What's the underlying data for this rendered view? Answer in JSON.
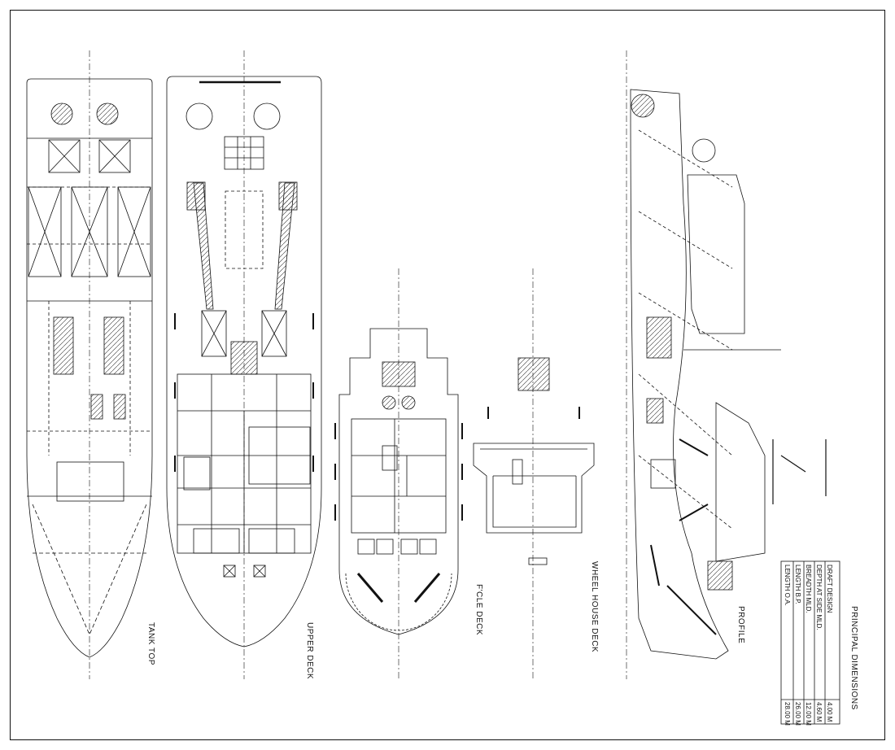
{
  "drawing": {
    "views": [
      {
        "id": "tank-top",
        "title": "TANK TOP"
      },
      {
        "id": "upper-deck",
        "title": "UPPER DECK"
      },
      {
        "id": "fcle-deck",
        "title": "F'CLE DECK"
      },
      {
        "id": "wheel-house-deck",
        "title": "WHEEL HOUSE DECK"
      },
      {
        "id": "profile",
        "title": "PROFILE"
      }
    ],
    "particulars": {
      "title": "PRINCIPAL DIMENSIONS",
      "rows": [
        {
          "label": "LENGTH O.A.",
          "value": "28.00 M"
        },
        {
          "label": "LENGTH B.P.",
          "value": "26.00 M"
        },
        {
          "label": "BREADTH MLD.",
          "value": "12.00 M"
        },
        {
          "label": "DEPTH AT SIDE MLD.",
          "value": "4.60 M"
        },
        {
          "label": "DRAFT DESIGN",
          "value": "4.00 M"
        }
      ]
    }
  }
}
